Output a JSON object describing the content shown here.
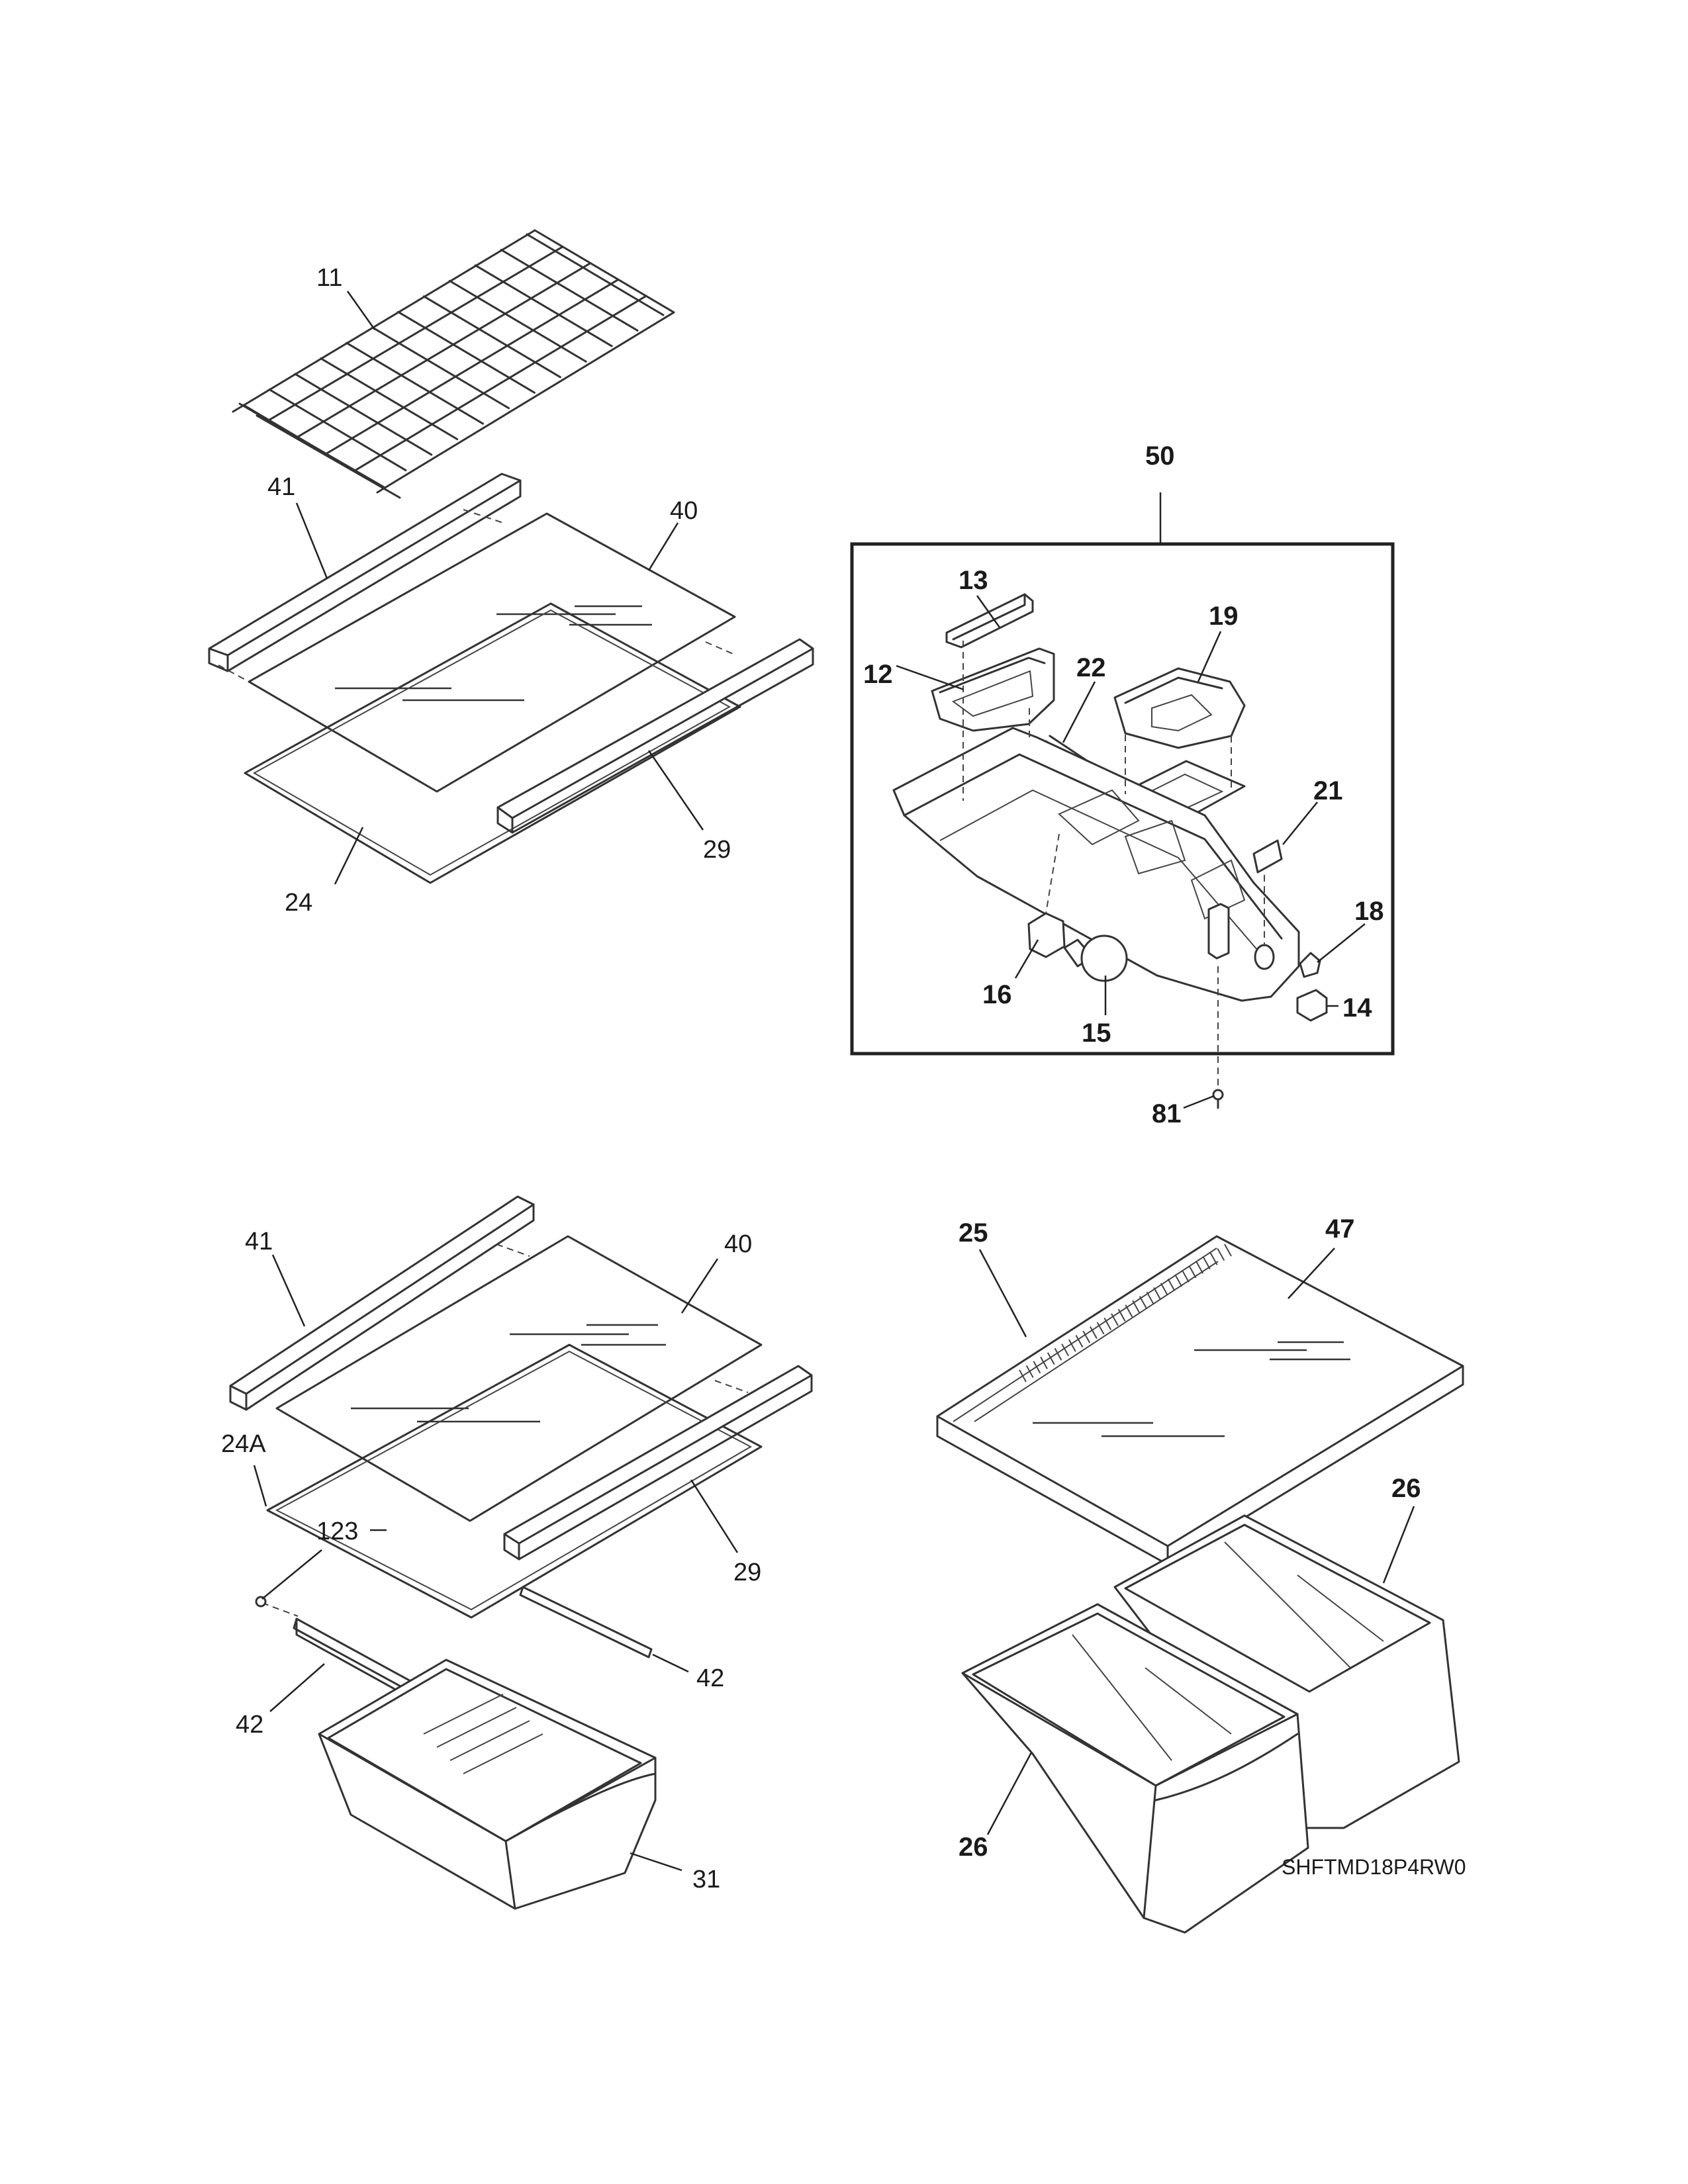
{
  "labels": {
    "l11": "11",
    "l41a": "41",
    "l40a": "40",
    "l29a": "29",
    "l24": "24",
    "l50": "50",
    "l13": "13",
    "l12": "12",
    "l19": "19",
    "l22": "22",
    "l21": "21",
    "l18": "18",
    "l16": "16",
    "l15": "15",
    "l14": "14",
    "l81": "81",
    "l41b": "41",
    "l40b": "40",
    "l24A": "24A",
    "l123": "123",
    "l29b": "29",
    "l42a": "42",
    "l42b": "42",
    "l31": "31",
    "l25": "25",
    "l47": "47",
    "l26a": "26",
    "l26b": "26"
  },
  "model_code": "SHFTMD18P4RW0"
}
